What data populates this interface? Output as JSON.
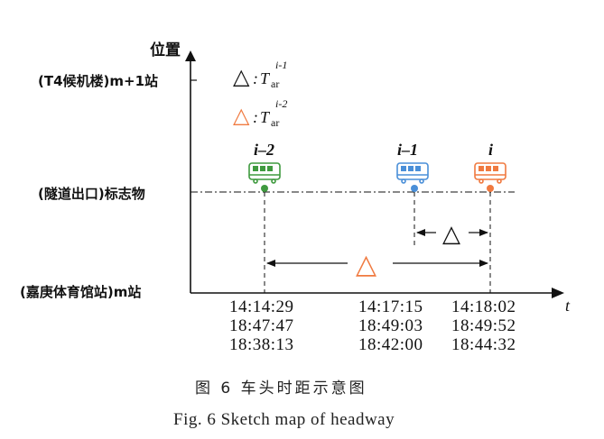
{
  "axis": {
    "y_label": "位置",
    "x_label": "t",
    "levels": [
      "(T4候机楼)m+1站",
      "(隧道出口)标志物",
      "(嘉庚体育馆站)m站"
    ]
  },
  "legend": [
    {
      "symbol": "△",
      "T": "T",
      "sub": "ar",
      "sup": "i-1",
      "color": "#111111"
    },
    {
      "symbol": "△",
      "T": "T",
      "sub": "ar",
      "sup": "i-2",
      "color": "#f07a40"
    }
  ],
  "buses": [
    {
      "label": "i–2",
      "color": "#3f9a3f"
    },
    {
      "label": "i–1",
      "color": "#4a8fd8"
    },
    {
      "label": "i",
      "color": "#f07a40"
    }
  ],
  "intervals": [
    {
      "symbol": "△",
      "color": "#111111"
    },
    {
      "symbol": "△",
      "color": "#f07a40"
    }
  ],
  "times": [
    [
      "14:14:29",
      "18:47:47",
      "18:38:13"
    ],
    [
      "14:17:15",
      "18:49:03",
      "18:42:00"
    ],
    [
      "14:18:02",
      "18:49:52",
      "18:44:32"
    ]
  ],
  "caption": {
    "zh": "图 6   车头时距示意图",
    "en": "Fig. 6  Sketch map of headway"
  }
}
